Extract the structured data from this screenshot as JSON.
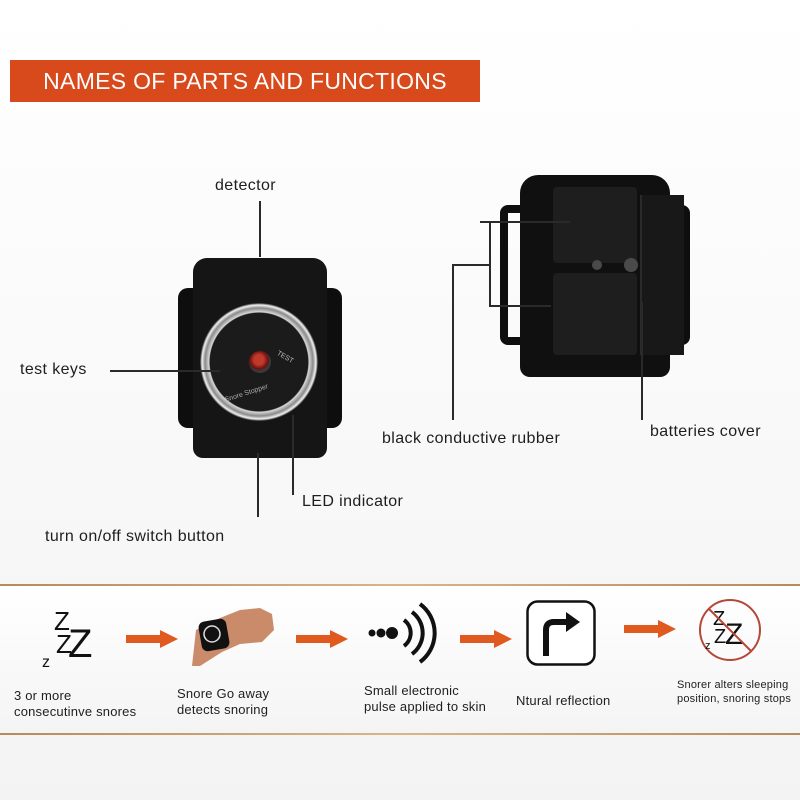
{
  "header": {
    "title": "NAMES OF PARTS AND FUNCTIONS",
    "banner_color": "#d84a1b"
  },
  "front_view": {
    "labels": {
      "detector": "detector",
      "test_keys": "test keys",
      "led_indicator": "LED indicator",
      "switch_button": "turn on/off switch button"
    },
    "device_text": {
      "test": "TEST",
      "brand": "Snore Stopper"
    }
  },
  "back_view": {
    "labels": {
      "conductive_rubber": "black conductive rubber",
      "batteries_cover": "batteries cover"
    }
  },
  "flow": {
    "arrow_color": "#e05a20",
    "steps": [
      {
        "icon": "zzz-icon",
        "caption_line1": "3 or more",
        "caption_line2": "consecutinve snores"
      },
      {
        "icon": "wristband-photo",
        "caption_line1": "Snore Go away",
        "caption_line2": "detects snoring"
      },
      {
        "icon": "pulse-signal-icon",
        "caption_line1": "Small electronic",
        "caption_line2": "pulse applied to skin"
      },
      {
        "icon": "turn-right-sign-icon",
        "caption_line1": "Ntural reflection",
        "caption_line2": ""
      },
      {
        "icon": "no-snoring-icon",
        "caption_line1": "Snorer alters sleeping",
        "caption_line2": "position, snoring stops"
      }
    ]
  }
}
